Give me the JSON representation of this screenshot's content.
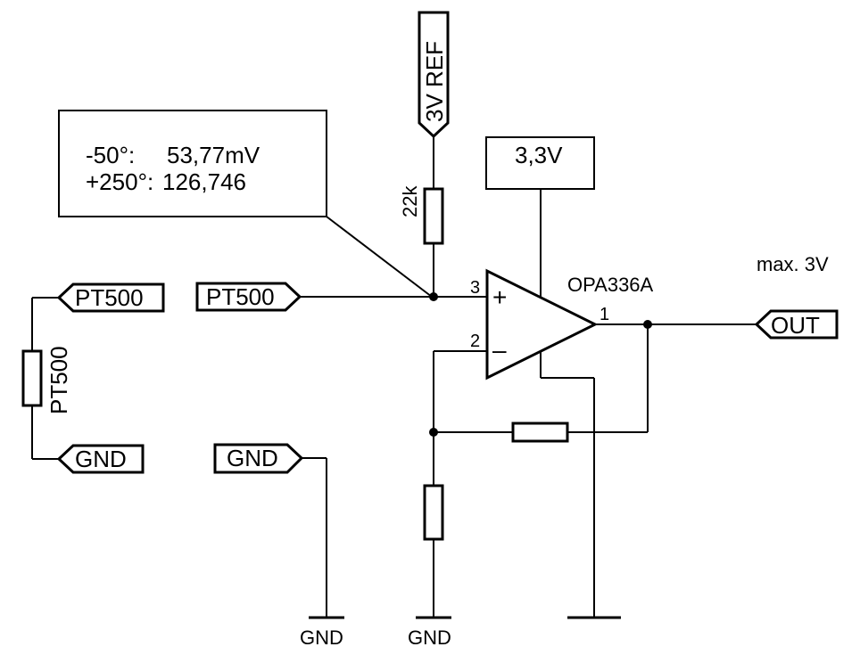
{
  "note": {
    "line1_temp": "-50°:",
    "line1_value": "53,77mV",
    "line2_temp": "+250°:",
    "line2_value": "126,746"
  },
  "ref_label": "3V REF",
  "supply_label": "3,3V",
  "resistor_top_value": "22k",
  "opamp": {
    "name": "OPA336A",
    "plus_sign": "+",
    "minus_sign": "–",
    "pin_plus": "3",
    "pin_minus": "2",
    "pin_out": "1"
  },
  "max_label": "max. 3V",
  "ports": {
    "pt500_left": "PT500",
    "pt500_center": "PT500",
    "gnd_left": "GND",
    "gnd_center": "GND",
    "out": "OUT"
  },
  "sensor_label": "PT500",
  "gnd_symbol_labels": [
    "GND",
    "GND"
  ]
}
